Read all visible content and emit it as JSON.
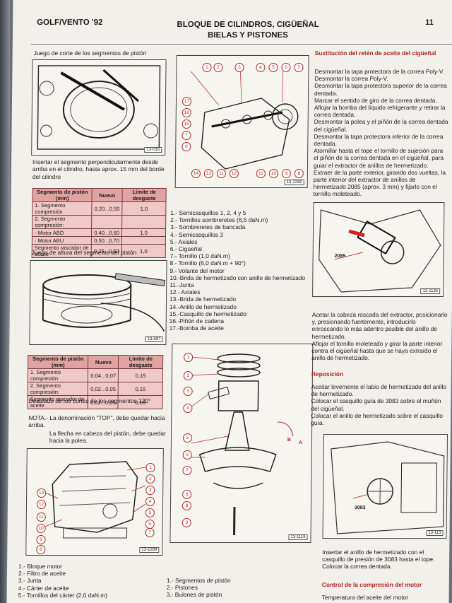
{
  "header": {
    "left": "GOLF/VENTO '92",
    "center_line1": "BLOQUE DE CILINDROS, CIGÜEÑAL",
    "center_line2": "BIELAS Y PISTONES",
    "page_number": "11"
  },
  "left_column": {
    "caption1": "Juego de corte de los segmentos de pistón",
    "fig1_label": "13-016",
    "para1": "Insertar el segmento perpendicularmente desde arriba en el cilindro, hasta aprox. 15 mm del borde del cilindro",
    "table1": {
      "headers": [
        "Segmento de pistón (mm)",
        "Nuevo",
        "Límite de desgaste"
      ],
      "rows": [
        [
          "1. Segmento compresión",
          "0,20...0,50",
          "1,0"
        ],
        [
          "2. Segmento compresión:",
          "",
          ""
        ],
        [
          "- Motor ABD",
          "0,40...0,60",
          "1,0"
        ],
        [
          "- Motor ABU",
          "0,50...0,70",
          ""
        ],
        [
          "Segmento rascador de aceite",
          "0,25...0,50",
          "1,0"
        ]
      ]
    },
    "caption2": "Juego de altura del segmento del pistón",
    "fig2_label": "13-687",
    "table2": {
      "headers": [
        "Segmento de pistón (mm)",
        "Nuevo",
        "Límite de desgaste"
      ],
      "rows": [
        [
          "1. Segmento compresión",
          "0,04...0,07",
          "0,15"
        ],
        [
          "2. Segmento compresión:",
          "0,02...0,05",
          "0,15"
        ],
        [
          "Segmento rascador de aceite",
          "0,02...0,05",
          "0,15"
        ]
      ]
    },
    "para2": "Decalado de los cortes de los segmentos 120°",
    "nota1": "NOTA.- La denominación \"TOP\", debe quedar hacia arriba.",
    "nota2": "La flecha en cabeza del pistón, debe quedar hacia la polea.",
    "fig3_label": "13-1289",
    "fig3_callouts": [
      "1",
      "2",
      "3",
      "4",
      "5",
      "13",
      "12",
      "11",
      "10",
      "9",
      "8",
      "7",
      "6"
    ],
    "legend": [
      "1.- Bloque motor",
      "2.- Filtro de aceite",
      "3.- Junta",
      "4.- Cárter de aceite",
      "5.- Tornillos del cárter (2,0 daN.m)"
    ]
  },
  "middle_column": {
    "fig_top_label": "13-1290",
    "fig_top_callouts_top": [
      "1",
      "2",
      "3",
      "4",
      "5",
      "6",
      "7"
    ],
    "fig_top_callouts_left": [
      "17",
      "16",
      "15",
      "7",
      "6"
    ],
    "fig_top_callouts_bottom": [
      "14",
      "13",
      "11",
      "12",
      "11",
      "10",
      "9",
      "8"
    ],
    "legend": [
      "1.- Semicasquillos 1, 2, 4 y 5",
      "2.- Tornillos sombreretes (6,5 daN.m)",
      "3.- Sombreretes de bancada",
      "4.- Semicasquillos 3",
      "5.- Axiales",
      "6.- Cigüeñal",
      "7.- Tornillo (1,0 daN.m)",
      "8.- Tornillo (6,0 daN.m + 90°)",
      "9.- Volante del motor",
      "10.-Brida de hermetizado con anillo de hermetizado",
      "11.-Junta",
      "12.- Axiales",
      "13.-Brida de hermetizado",
      "14.-Anillo de hermetizado",
      "15.-Casquillo de hermetizado",
      "16.-Piñón de cadena",
      "17.-Bomba de aceite"
    ],
    "fig_bottom_label": "13-1119",
    "fig_bottom_callouts": [
      "1",
      "2",
      "3",
      "4",
      "5",
      "6",
      "7",
      "6",
      "8",
      "9"
    ],
    "fig_bottom_letters": [
      "B",
      "A"
    ],
    "legend_bottom": [
      "1.- Segmentos de pistón",
      "2.- Pistones",
      "3.- Bulones de pistón"
    ]
  },
  "right_column": {
    "heading1": "Sustitución del retén de aceite del cigüeñal",
    "steps1": [
      "Desmontar la tapa protectora de la correa Poly-V.",
      "Desmontar la correa Poly-V.",
      "Desmontar la tapa protectora superior de la correa dentada.",
      "Marcar el sentido de giro de la correa dentada.",
      "Aflojar la bomba del líquido refrigerante y retirar la correa dentada.",
      "Desmontar la polea y el piñón de la correa dentada del cigüeñal.",
      "Desmontar la tapa protectora inferior de la correa dentada.",
      "Atornillar hasta el tope el tornillo de sujeción para el piñón de la correa dentada en el cigüeñal, para guiar el extractor de anillos de hermetizado.",
      "Extraer de la parte exterior, girando dos vueltas, la parte interior del extractor de anillos de hermetizado 2085 (aprox. 3 mm) y fijarlo con el tornillo moleteado."
    ],
    "fig1_tool": "2085",
    "fig1_label": "13-1136",
    "steps2": [
      "Acetar la cabeza roscada del extractor, posicionarlo y, presionando fuertemente, introducirlo enroscando lo más adentro posible del anillo de hermetizado.",
      "Aflojar el tornillo moleteado y girar la parte interior contra el cigüeñal hasta que se haya extraído el anillo de hermetizado."
    ],
    "heading2": "Reposición",
    "steps3": [
      "Aceitar levemente el labio de hermetizado del anillo de hermetizado.",
      "Colocar el casquillo guía de 3083 sobre el muñón del cigüeñal.",
      "Colocar el anillo de hermetizado sobre el casquillo guía."
    ],
    "fig2_tool": "3083",
    "fig2_label": "13-113",
    "steps4": [
      "Insertar el anillo de hermetizado con el casquillo de presión de 3083 hasta el tope.",
      "Colocar la correa dentada."
    ],
    "heading3": "Control de la compresión del motor",
    "last_line": "Temperatura del aceite del motor"
  },
  "colors": {
    "accent_red": "#b3261e",
    "table_fill": "#f0c8c8",
    "table_header": "#e1a2a2"
  }
}
